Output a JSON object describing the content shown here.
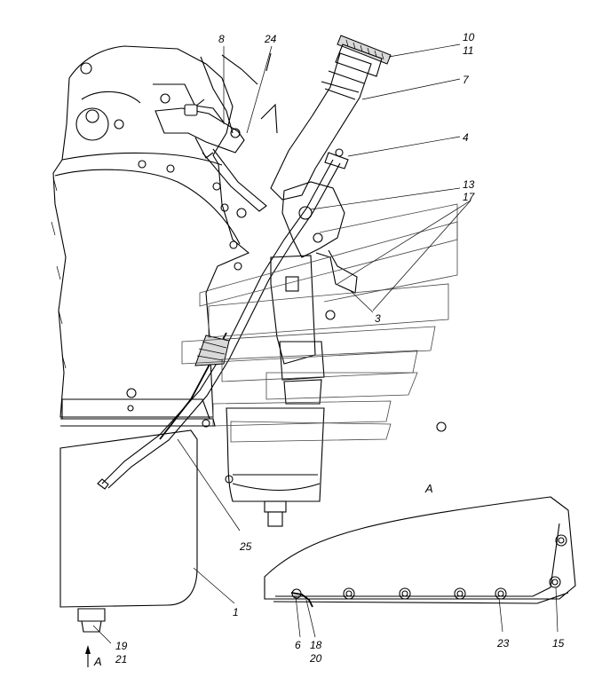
{
  "callouts": [
    {
      "id": "c8",
      "text": "8"
    },
    {
      "id": "c24",
      "text": "24"
    },
    {
      "id": "c10",
      "text": "10"
    },
    {
      "id": "c11",
      "text": "11"
    },
    {
      "id": "c7",
      "text": "7"
    },
    {
      "id": "c4",
      "text": "4"
    },
    {
      "id": "c13",
      "text": "13"
    },
    {
      "id": "c17",
      "text": "17"
    },
    {
      "id": "c3",
      "text": "3"
    },
    {
      "id": "c25",
      "text": "25"
    },
    {
      "id": "c1",
      "text": "1"
    },
    {
      "id": "c19",
      "text": "19"
    },
    {
      "id": "c21",
      "text": "21"
    },
    {
      "id": "c6",
      "text": "6"
    },
    {
      "id": "c18",
      "text": "18"
    },
    {
      "id": "c20",
      "text": "20"
    },
    {
      "id": "c23",
      "text": "23"
    },
    {
      "id": "c15",
      "text": "15"
    }
  ],
  "view": {
    "view_label": "A",
    "arrow_label": "A"
  }
}
